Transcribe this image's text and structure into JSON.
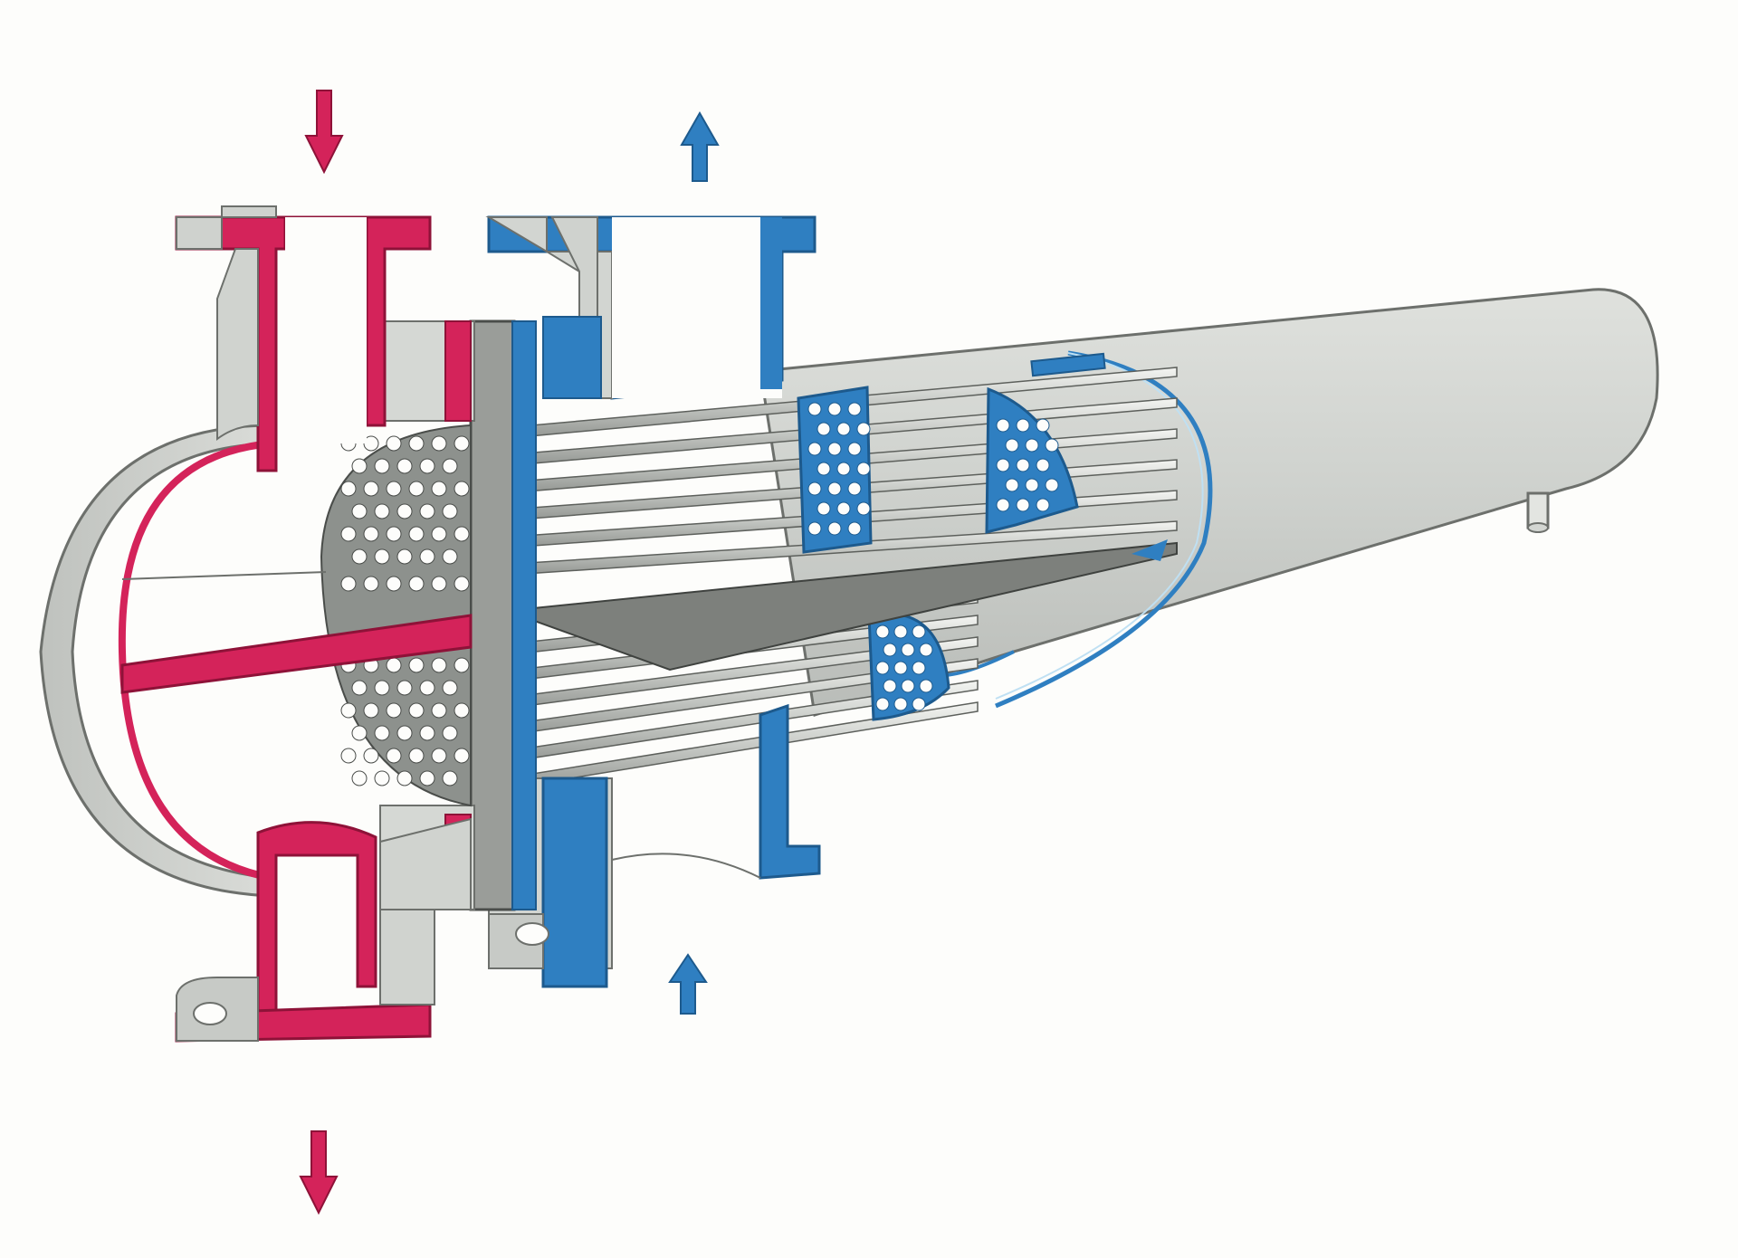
{
  "diagram": {
    "colors": {
      "background": "#fdfdfb",
      "tube_side_red": "#d4235a",
      "shell_side_blue": "#2f7fc1",
      "steel_grey": "#c9ccc8",
      "steel_light": "#e8eae6",
      "steel_dark": "#8d918d",
      "outline": "#4a4d4a"
    },
    "parts": [
      {
        "id": "front-channel-head",
        "kind": "header"
      },
      {
        "id": "pass-partition-plate",
        "kind": "partition"
      },
      {
        "id": "tube-side-inlet-nozzle",
        "kind": "nozzle"
      },
      {
        "id": "tube-side-outlet-nozzle",
        "kind": "nozzle"
      },
      {
        "id": "tubesheet",
        "kind": "plate"
      },
      {
        "id": "tube-bundle",
        "kind": "tubes"
      },
      {
        "id": "baffle-upper-1",
        "kind": "baffle"
      },
      {
        "id": "baffle-upper-2",
        "kind": "baffle"
      },
      {
        "id": "baffle-lower-1",
        "kind": "baffle"
      },
      {
        "id": "shell-side-outlet-nozzle",
        "kind": "nozzle"
      },
      {
        "id": "shell-side-inlet-nozzle",
        "kind": "nozzle"
      },
      {
        "id": "shell-body",
        "kind": "shell"
      },
      {
        "id": "shell-support-leg",
        "kind": "support"
      }
    ],
    "flow_arrows": [
      {
        "id": "tube-inlet-arrow",
        "direction": "down",
        "color_key": "tube_side_red"
      },
      {
        "id": "tube-outlet-arrow",
        "direction": "down",
        "color_key": "tube_side_red"
      },
      {
        "id": "shell-outlet-arrow",
        "direction": "up",
        "color_key": "shell_side_blue"
      },
      {
        "id": "shell-inlet-arrow",
        "direction": "up",
        "color_key": "shell_side_blue"
      }
    ]
  }
}
